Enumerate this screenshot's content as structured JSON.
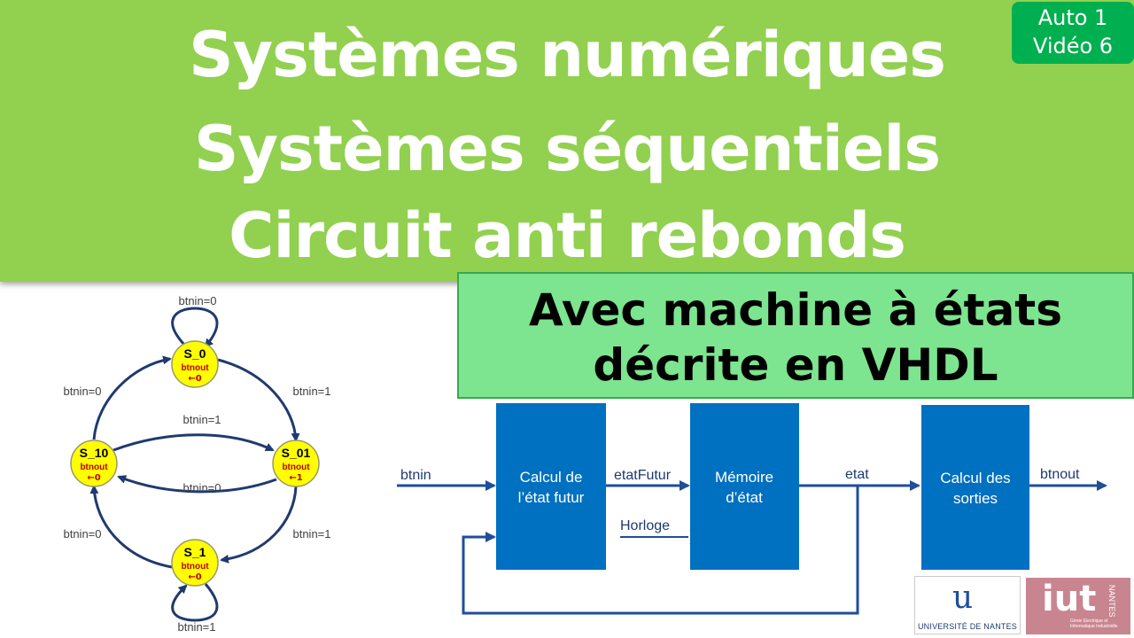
{
  "title": {
    "line1": "Systèmes numériques",
    "line2": "Systèmes séquentiels",
    "line3": "Circuit anti rebonds"
  },
  "badge": {
    "line1": "Auto 1",
    "line2": "Vidéo 6"
  },
  "subtitle": {
    "line1": "Avec machine à états",
    "line2": "décrite en VHDL"
  },
  "state_machine": {
    "states": [
      {
        "id": "S_0",
        "output_label": "btnout",
        "assignment": "←0"
      },
      {
        "id": "S_01",
        "output_label": "btnout",
        "assignment": "←1"
      },
      {
        "id": "S_1",
        "output_label": "btnout",
        "assignment": "←0"
      },
      {
        "id": "S_10",
        "output_label": "btnout",
        "assignment": "←0"
      }
    ],
    "transitions": {
      "s0_self": "btnin=0",
      "s0_to_s01": "btnin=1",
      "s10_to_s0": "btnin=0",
      "s10_to_s01": "btnin=1",
      "s01_to_s10": "btnin=0",
      "s01_to_s1": "btnin=1",
      "s1_to_s10": "btnin=0",
      "s1_self": "btnin=1"
    },
    "colors": {
      "state_fill": "#ffff00",
      "arrow": "#1f3a6e",
      "assignment_text": "#c00000"
    }
  },
  "block_diagram": {
    "blocks": [
      {
        "line1": "Calcul de",
        "line2": "l’état futur"
      },
      {
        "line1": "Mémoire",
        "line2": "d’état"
      },
      {
        "line1": "Calcul des",
        "line2": "sorties"
      }
    ],
    "signals": {
      "input": "btnin",
      "next_state": "etatFutur",
      "clock": "Horloge",
      "state": "etat",
      "output": "btnout"
    },
    "colors": {
      "block_fill": "#0070c0",
      "wire": "#1f4e9a"
    }
  },
  "logos": {
    "university": {
      "mark": "u",
      "name": "UNIVERSITÉ DE NANTES"
    },
    "iut": {
      "mark": "iut",
      "side": "NANTES",
      "subtitle": "Génie Electrique et Informatique Industrielle"
    }
  },
  "colors": {
    "banner": "#92d050",
    "badge": "#00b050",
    "subtitle_box": "#7de48f"
  }
}
